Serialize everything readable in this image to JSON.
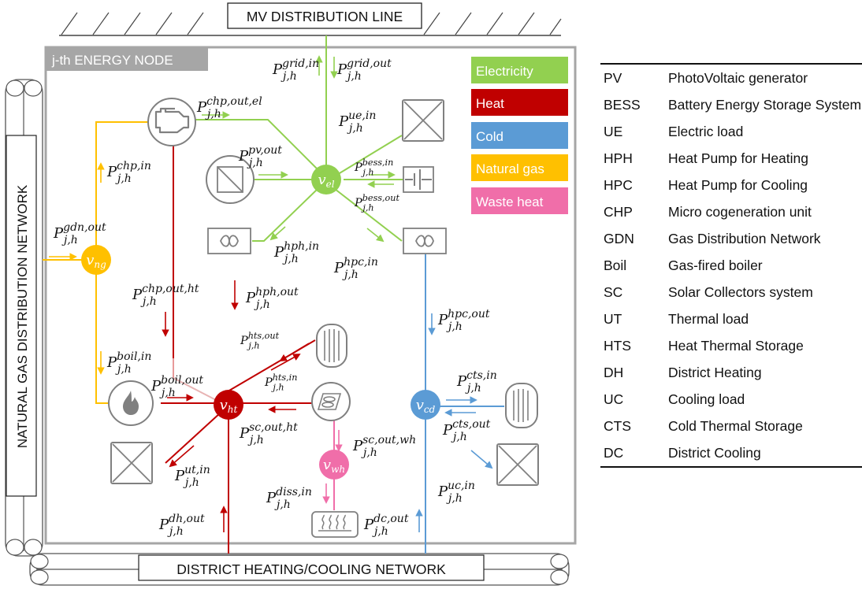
{
  "labels": {
    "mv_line": "MV DISTRIBUTION LINE",
    "node": "j-th ENERGY NODE",
    "gas_network": "NATURAL GAS DISTRIBUTION NETWORK",
    "dh_network": "DISTRICT HEATING/COOLING NETWORK"
  },
  "carriers": [
    {
      "label": "Electricity",
      "color": "#92d050"
    },
    {
      "label": "Heat",
      "color": "#c00000"
    },
    {
      "label": "Cold",
      "color": "#5b9bd5"
    },
    {
      "label": "Natural gas",
      "color": "#ffc000"
    },
    {
      "label": "Waste heat",
      "color": "#f06ea9"
    }
  ],
  "hubs": {
    "el": {
      "base": "v",
      "sub": "el"
    },
    "ht": {
      "base": "v",
      "sub": "ht"
    },
    "cd": {
      "base": "v",
      "sub": "cd"
    },
    "ng": {
      "base": "v",
      "sub": "ng"
    },
    "wh": {
      "base": "v",
      "sub": "wh"
    }
  },
  "flows": {
    "grid_in": {
      "sup": "grid,in",
      "sub": "j,h"
    },
    "grid_out": {
      "sup": "grid,out",
      "sub": "j,h"
    },
    "chp_out_el": {
      "sup": "chp,out,el",
      "sub": "j,h"
    },
    "ue_in": {
      "sup": "ue,in",
      "sub": "j,h"
    },
    "pv_out": {
      "sup": "pv,out",
      "sub": "j,h"
    },
    "bess_in": {
      "sup": "bess,in",
      "sub": "j,h"
    },
    "bess_out": {
      "sup": "bess,out",
      "sub": "j,h"
    },
    "chp_in": {
      "sup": "chp,in",
      "sub": "j,h"
    },
    "gdn_out": {
      "sup": "gdn,out",
      "sub": "j,h"
    },
    "hph_in": {
      "sup": "hph,in",
      "sub": "j,h"
    },
    "hpc_in": {
      "sup": "hpc,in",
      "sub": "j,h"
    },
    "chp_out_ht": {
      "sup": "chp,out,ht",
      "sub": "j,h"
    },
    "hph_out": {
      "sup": "hph,out",
      "sub": "j,h"
    },
    "hpc_out": {
      "sup": "hpc,out",
      "sub": "j,h"
    },
    "hts_out": {
      "sup": "hts,out",
      "sub": "j,h"
    },
    "hts_in": {
      "sup": "hts,in",
      "sub": "j,h"
    },
    "boil_in": {
      "sup": "boil,in",
      "sub": "j,h"
    },
    "boil_out": {
      "sup": "boil,out",
      "sub": "j,h"
    },
    "cts_in": {
      "sup": "cts,in",
      "sub": "j,h"
    },
    "cts_out": {
      "sup": "cts,out",
      "sub": "j,h"
    },
    "sc_out_ht": {
      "sup": "sc,out,ht",
      "sub": "j,h"
    },
    "sc_out_wh": {
      "sup": "sc,out,wh",
      "sub": "j,h"
    },
    "ut_in": {
      "sup": "ut,in",
      "sub": "j,h"
    },
    "uc_in": {
      "sup": "uc,in",
      "sub": "j,h"
    },
    "diss_in": {
      "sup": "diss,in",
      "sub": "j,h"
    },
    "dh_out": {
      "sup": "dh,out",
      "sub": "j,h"
    },
    "dc_out": {
      "sup": "dc,out",
      "sub": "j,h"
    }
  },
  "legend": [
    {
      "abbr": "PV",
      "desc": "PhotoVoltaic generator"
    },
    {
      "abbr": "BESS",
      "desc": "Battery Energy Storage System"
    },
    {
      "abbr": "UE",
      "desc": "Electric load"
    },
    {
      "abbr": "HPH",
      "desc": "Heat Pump for Heating"
    },
    {
      "abbr": "HPC",
      "desc": "Heat Pump for Cooling"
    },
    {
      "abbr": "CHP",
      "desc": "Micro cogeneration unit"
    },
    {
      "abbr": "GDN",
      "desc": "Gas Distribution Network"
    },
    {
      "abbr": "Boil",
      "desc": "Gas-fired boiler"
    },
    {
      "abbr": "SC",
      "desc": "Solar Collectors system"
    },
    {
      "abbr": "UT",
      "desc": "Thermal load"
    },
    {
      "abbr": "HTS",
      "desc": "Heat Thermal Storage"
    },
    {
      "abbr": "DH",
      "desc": "District Heating"
    },
    {
      "abbr": "UC",
      "desc": "Cooling load"
    },
    {
      "abbr": "CTS",
      "desc": "Cold Thermal Storage"
    },
    {
      "abbr": "DC",
      "desc": "District Cooling"
    }
  ],
  "colors": {
    "electricity": "#92d050",
    "heat": "#c00000",
    "cold": "#5b9bd5",
    "gas": "#ffc000",
    "waste_heat": "#f06ea9",
    "frame": "#a6a6a6",
    "device": "#7f7f7f"
  }
}
